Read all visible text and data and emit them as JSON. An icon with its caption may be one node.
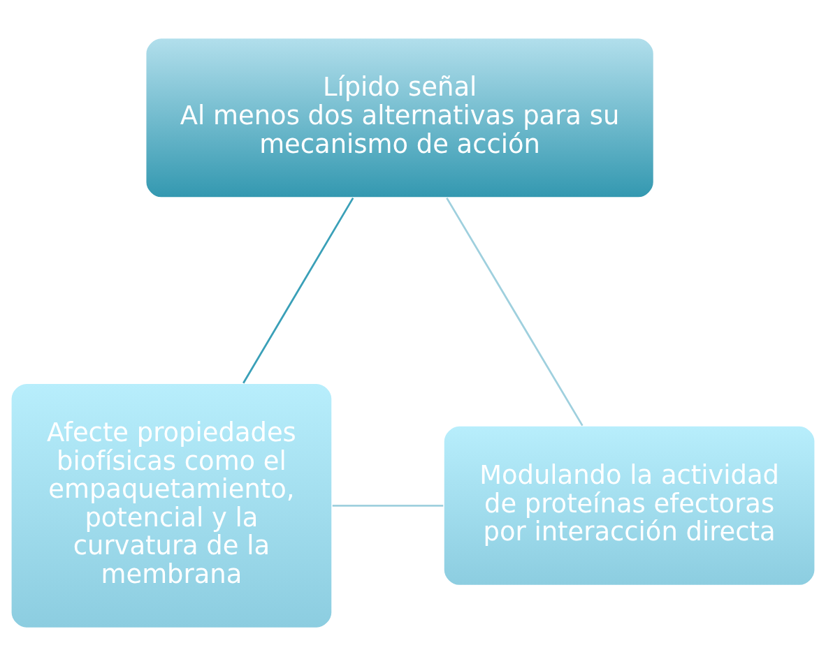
{
  "diagram": {
    "nodes": [
      {
        "text": [
          "Lípido señal",
          "Al menos dos alternativas para su mecanismo de acción"
        ]
      },
      {
        "text": [
          "Modulando la actividad de proteínas efectoras por interacción directa"
        ]
      },
      {
        "text": [
          "Afecte propiedades biofísicas como el empaquetamiento, potencial y la curvatura de la membrana"
        ]
      }
    ],
    "edges": [
      {
        "from": 0,
        "to": 2,
        "arrow": "none",
        "color": "#3aa0b8"
      },
      {
        "from": 2,
        "to": 1,
        "arrow": "none"
      },
      {
        "from": 1,
        "to": 0,
        "arrow": "none"
      }
    ]
  }
}
